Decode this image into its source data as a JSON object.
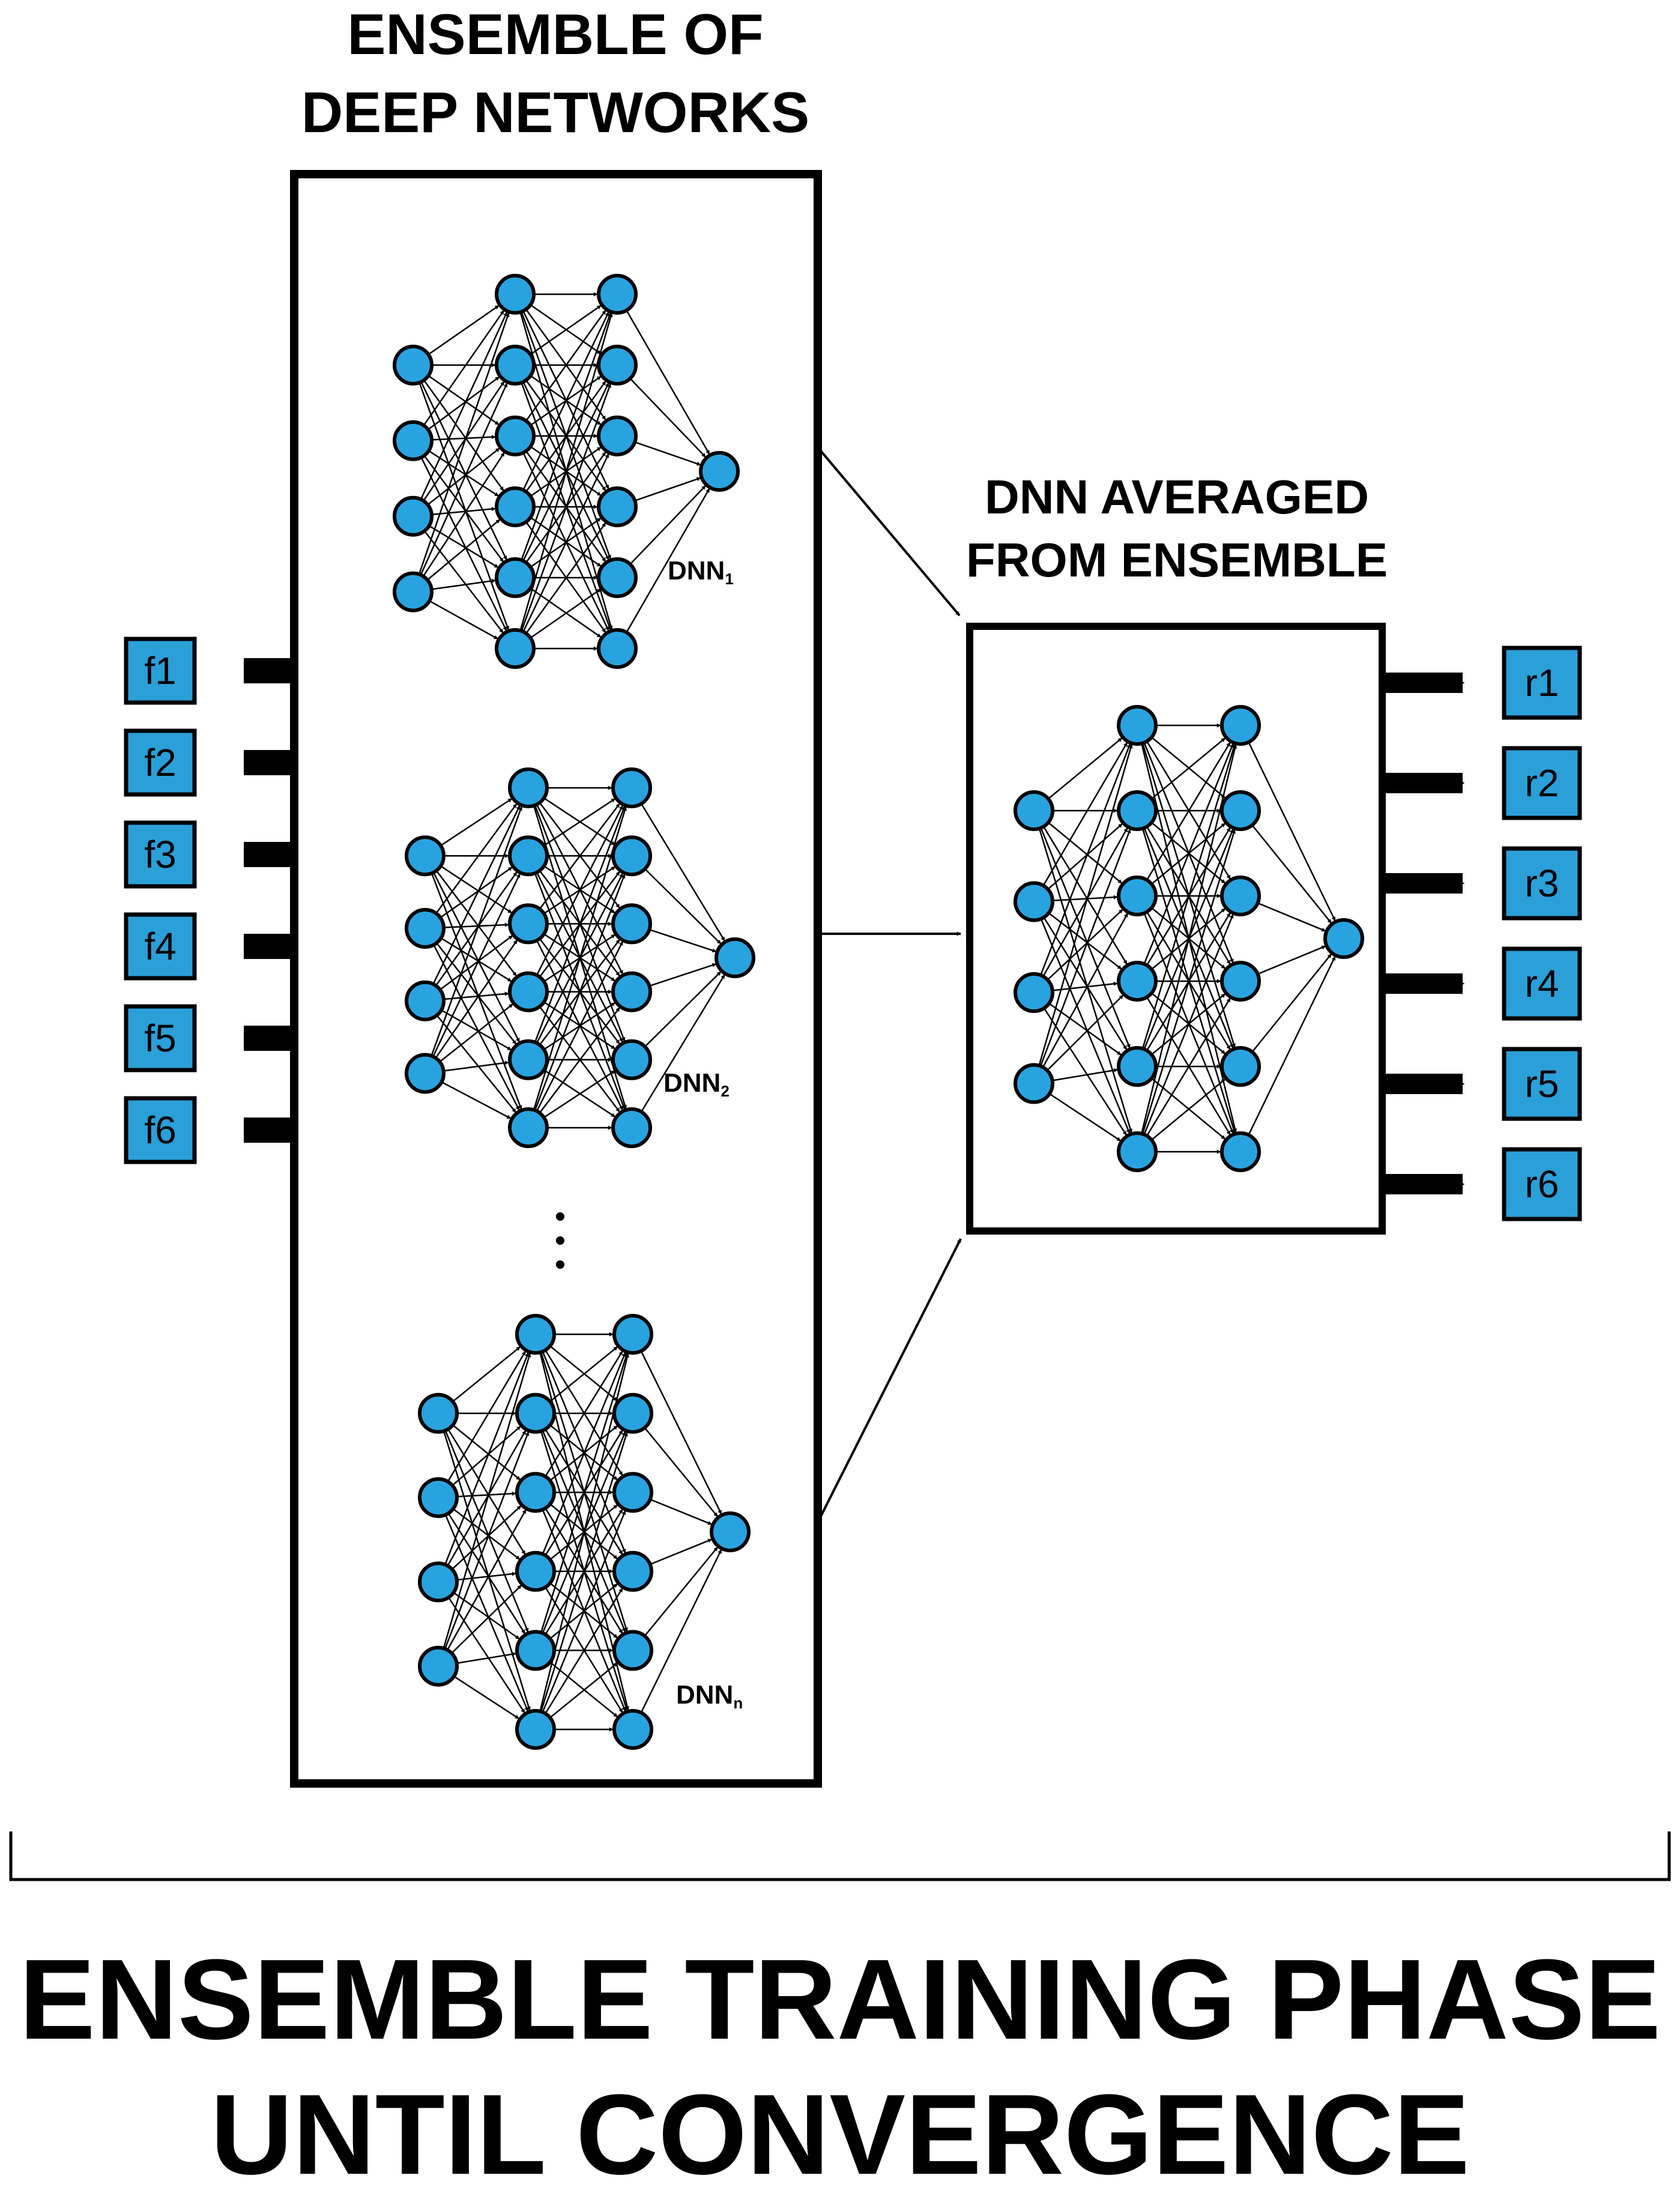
{
  "ensemble_title": [
    "ENSEMBLE OF",
    "DEEP NETWORKS"
  ],
  "averaged_title": [
    "DNN AVERAGED",
    "FROM ENSEMBLE"
  ],
  "phase_title": [
    "ENSEMBLE TRAINING PHASE",
    "UNTIL CONVERGENCE"
  ],
  "ensemble_networks": [
    {
      "label_base": "DNN",
      "label_sub": "1"
    },
    {
      "label_base": "DNN",
      "label_sub": "2"
    },
    {
      "label_base": "DNN",
      "label_sub": "n"
    }
  ],
  "ellipsis": "•",
  "inputs": [
    "f1",
    "f2",
    "f3",
    "f4",
    "f5",
    "f6"
  ],
  "outputs": [
    "r1",
    "r2",
    "r3",
    "r4",
    "r5",
    "r6"
  ],
  "network_layers": [
    4,
    6,
    6,
    1
  ],
  "colors": {
    "node_fill": "#29a3df",
    "box_fill": "#2b9fd8",
    "stroke": "#000000",
    "background": "#ffffff"
  }
}
